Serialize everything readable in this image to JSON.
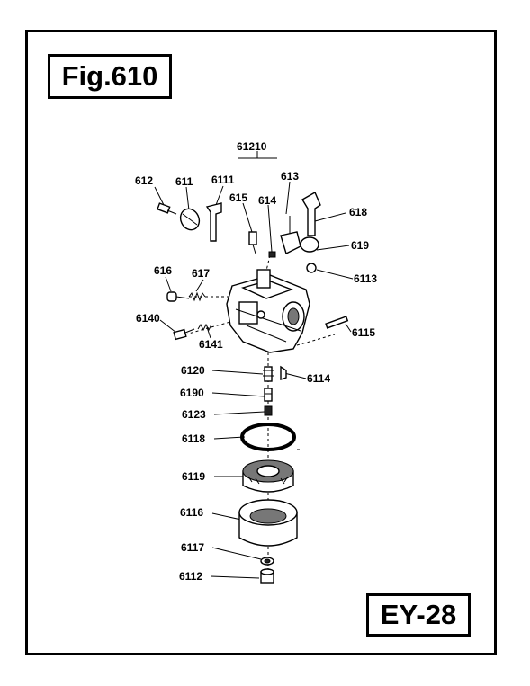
{
  "figure_title": "Fig.610",
  "model_code": "EY-28",
  "parts": {
    "p61210": "61210",
    "p612": "612",
    "p611": "611",
    "p6111": "6111",
    "p615": "615",
    "p614": "614",
    "p613": "613",
    "p618": "618",
    "p619": "619",
    "p6113": "6113",
    "p616": "616",
    "p617": "617",
    "p6140": "6140",
    "p6141": "6141",
    "p6115": "6115",
    "p6120": "6120",
    "p6114": "6114",
    "p6190": "6190",
    "p6123": "6123",
    "p6118": "6118",
    "p6119": "6119",
    "p6116": "6116",
    "p6117": "6117",
    "p6112": "6112"
  }
}
